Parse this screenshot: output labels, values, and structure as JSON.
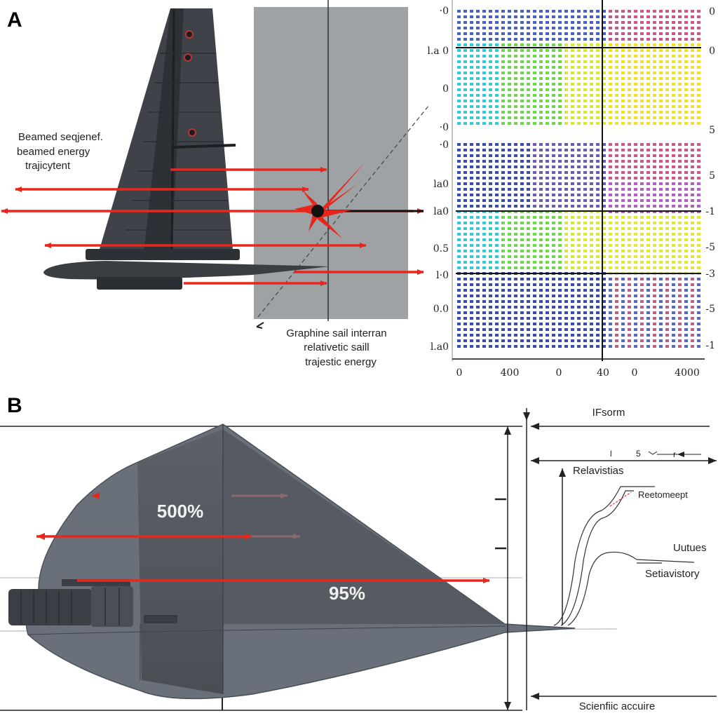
{
  "panel_a": {
    "letter": "A",
    "label_left": [
      "Beamed seqjenef.",
      "beamed energy",
      "trajicytent"
    ],
    "label_bottom": [
      "Graphine sail interran",
      "relativetic saill",
      "trajestic energy"
    ],
    "grid": {
      "left_ticks": [
        "·0",
        "l.a 0",
        "0",
        "·0",
        "·0",
        "la0",
        "la0",
        "0.5",
        "l·0",
        "0.0",
        "l.a0"
      ],
      "right_ticks": [
        "0",
        "0",
        "5",
        "5",
        "-1",
        "-5",
        "-3",
        "-5",
        "-1"
      ],
      "bottom_ticks": [
        "0",
        "400",
        "0",
        "40",
        "0",
        "4000"
      ]
    },
    "colors": {
      "sail": "#3f4349",
      "beam": "#e8261c",
      "target": "#9ea2a5"
    }
  },
  "panel_b": {
    "letter": "B",
    "pct_top": "500%",
    "pct_bottom": "95%",
    "labels": {
      "top_right": "IFsorm",
      "small_scale": [
        "l",
        "5",
        "r"
      ],
      "relativistic": "Relavistias",
      "reference": "Reetomeept",
      "utilities": "Uutues",
      "satisfactory": "Setiavistory",
      "bottom": "Scienfiic accuire"
    },
    "colors": {
      "craft": "#6a7079",
      "beam": "#e8261c"
    }
  }
}
